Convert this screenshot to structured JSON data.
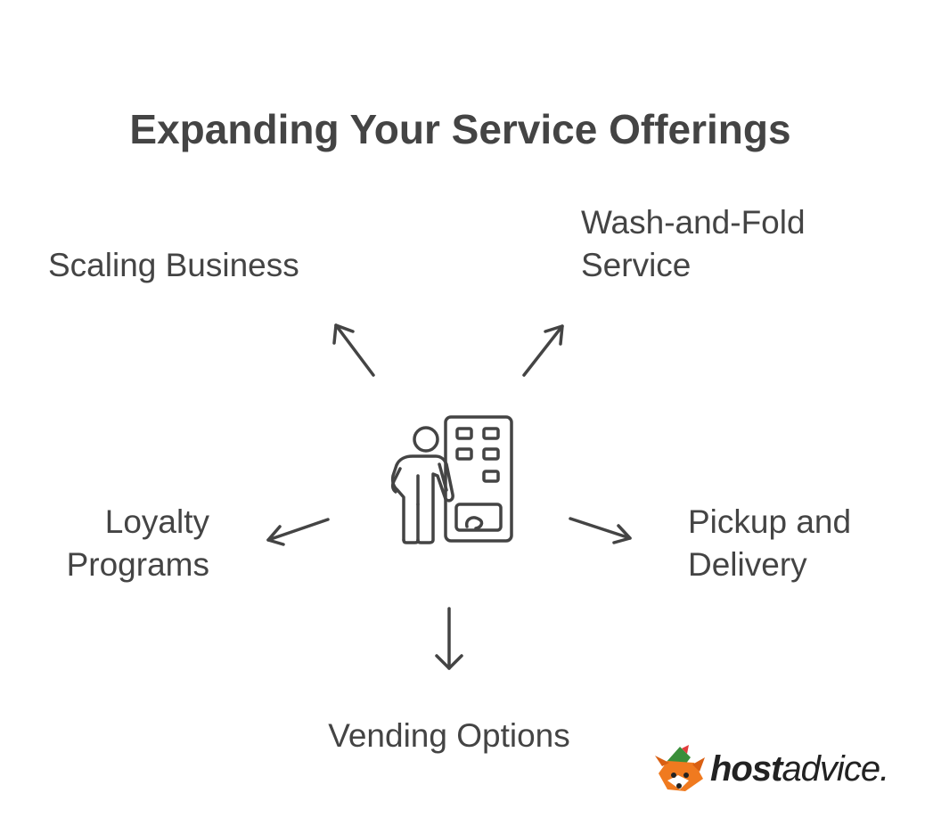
{
  "title": "Expanding Your Service Offerings",
  "center_icon": "vending-machine-person-icon",
  "branches": {
    "scaling": {
      "lines": [
        "Scaling Business"
      ]
    },
    "wash": {
      "lines": [
        "Wash-and-Fold",
        "Service"
      ]
    },
    "loyalty": {
      "lines": [
        "Loyalty",
        "Programs"
      ]
    },
    "pickup": {
      "lines": [
        "Pickup and",
        "Delivery"
      ]
    },
    "vending": {
      "lines": [
        "Vending Options"
      ]
    }
  },
  "logo": {
    "host": "host",
    "advice": "advice."
  },
  "colors": {
    "text": "#444444",
    "stroke": "#444444",
    "logo_text": "#222222"
  }
}
